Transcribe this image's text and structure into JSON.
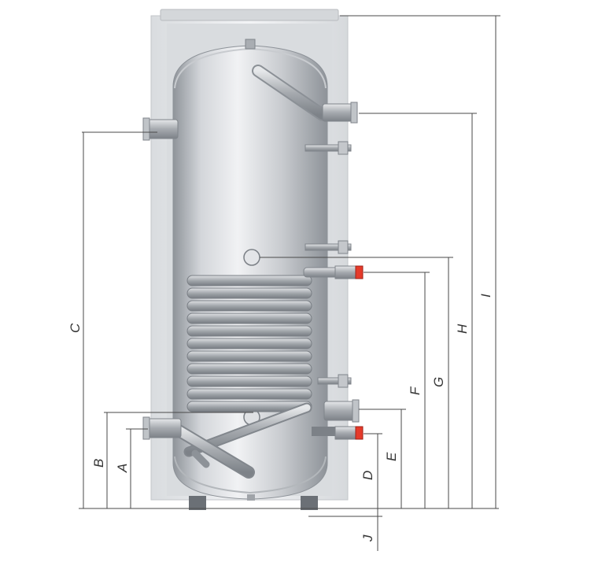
{
  "dimensions": {
    "A": "A",
    "B": "B",
    "C": "C",
    "D": "D",
    "E": "E",
    "F": "F",
    "G": "G",
    "H": "H",
    "I": "I",
    "J": "J"
  },
  "colors": {
    "insulation": "#e9ebee",
    "tank_light": "#eef0f2",
    "tank_dark": "#9ea3a9",
    "coil": "#a8acb1",
    "pipe": "#b9bdc2",
    "sensor_cap": "#e53a2a",
    "dimension_line": "#4a4a4a",
    "label": "#333333"
  }
}
